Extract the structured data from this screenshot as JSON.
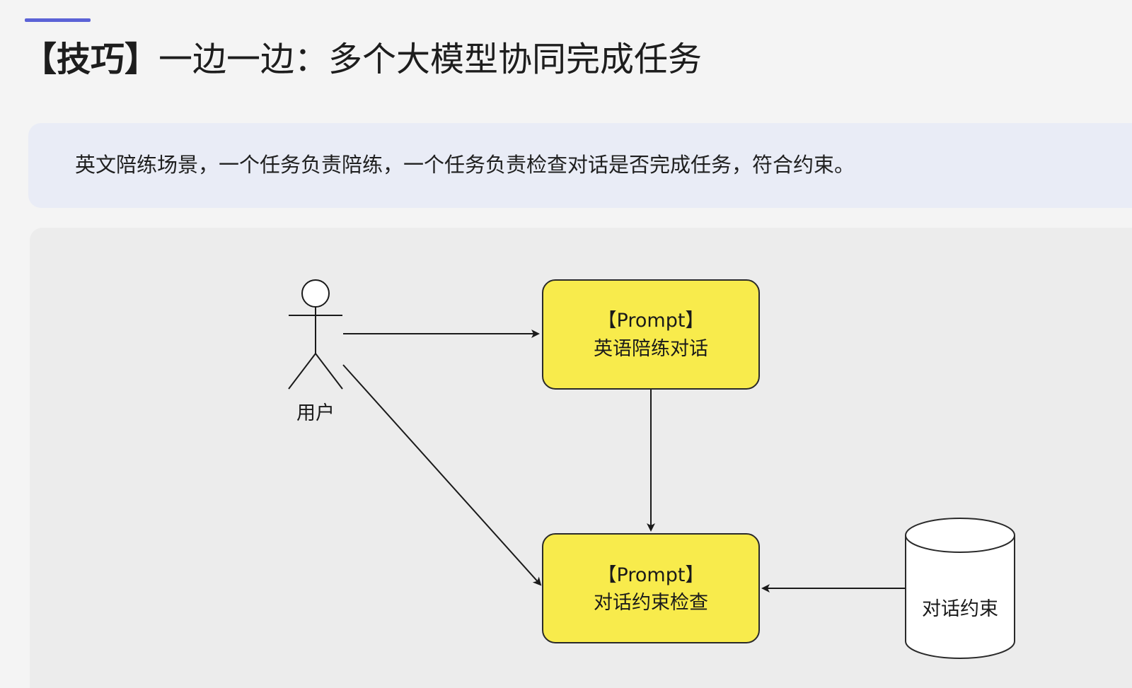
{
  "header": {
    "title_prefix": "【技巧】",
    "title_main": "一边一边：多个大模型协同完成任务"
  },
  "callout": {
    "text": "英文陪练场景，一个任务负责陪练，一个任务负责检查对话是否完成任务，符合约束。"
  },
  "diagram": {
    "actor": {
      "label": "用户"
    },
    "node_practice": {
      "line1": "【Prompt】",
      "line2": "英语陪练对话"
    },
    "node_check": {
      "line1": "【Prompt】",
      "line2": "对话约束检查"
    },
    "database": {
      "label": "对话约束"
    },
    "edges": [
      {
        "from": "用户",
        "to": "英语陪练对话"
      },
      {
        "from": "用户",
        "to": "对话约束检查"
      },
      {
        "from": "英语陪练对话",
        "to": "对话约束检查"
      },
      {
        "from": "对话约束",
        "to": "对话约束检查"
      }
    ]
  },
  "colors": {
    "accent": "#5b62d6",
    "node_fill": "#f8eb4c",
    "node_stroke": "#2a2a2a",
    "callout_bg": "#e9ecf6",
    "panel_bg": "#ececec"
  }
}
